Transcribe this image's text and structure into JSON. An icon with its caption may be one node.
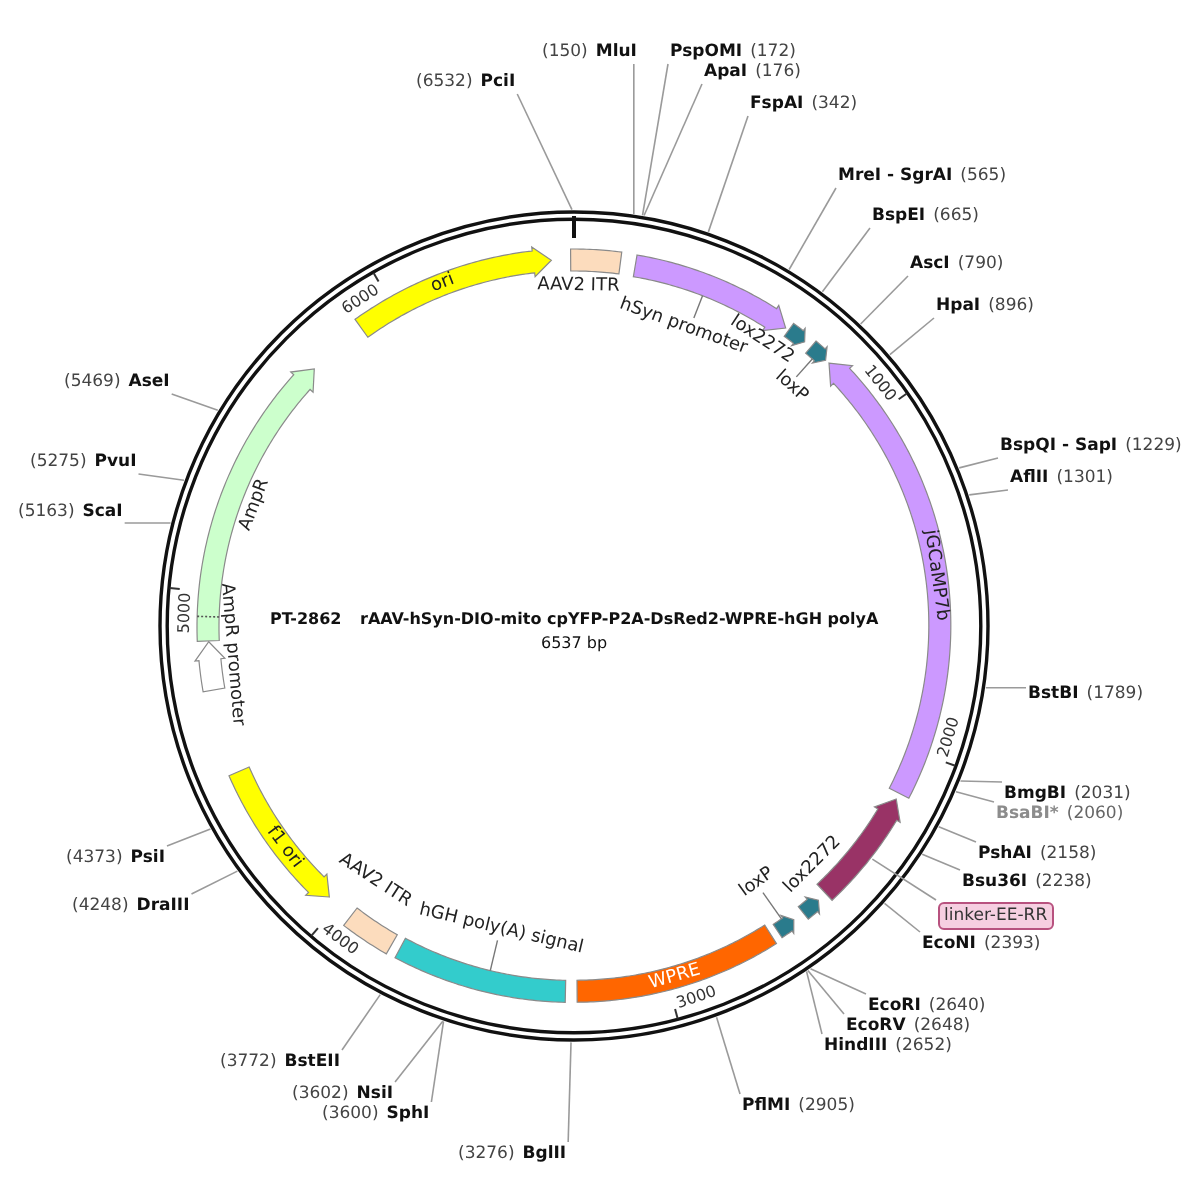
{
  "diagram": {
    "nodes": [
      {
        "text": [
          "PT-2862",
          "rAAV-hSyn-DIO-mito cpYFP-P2A-DsRed2-WPRE-hGH polyA",
          "6537 bp"
        ]
      },
      {
        "text": [
          "AAV2 ITR"
        ],
        "in": 0
      },
      {
        "text": [
          "hSyn promoter"
        ],
        "in": 0
      },
      {
        "text": [
          "lox2272"
        ],
        "in": 0
      },
      {
        "text": [
          "loxP"
        ],
        "in": 0
      },
      {
        "text": [
          "jGCaMP7b"
        ],
        "in": 0
      },
      {
        "text": [],
        "shape": "arrow",
        "in": 0
      },
      {
        "text": [
          "lox2272"
        ],
        "in": 0
      },
      {
        "text": [
          "loxP"
        ],
        "in": 0
      },
      {
        "text": [
          "WPRE"
        ],
        "in": 0
      },
      {
        "text": [
          "hGH poly(A) signal"
        ],
        "in": 0
      },
      {
        "text": [
          "AAV2 ITR"
        ],
        "in": 0
      },
      {
        "text": [
          "f1 ori"
        ],
        "in": 0
      },
      {
        "text": [
          "AmpR promoter"
        ],
        "in": 0
      },
      {
        "text": [
          "AmpR"
        ],
        "in": 0
      },
      {
        "text": [
          "ori"
        ],
        "in": 0
      },
      {
        "text": [
          "(6532)",
          "PciI"
        ]
      },
      {
        "text": [
          "(150)",
          "MluI"
        ]
      },
      {
        "text": [
          "PspOMI",
          "(172)"
        ]
      },
      {
        "text": [
          "ApaI",
          "(176)"
        ]
      },
      {
        "text": [
          "FspAI",
          "(342)"
        ]
      },
      {
        "text": [
          "MreI - SgrAI",
          "(565)"
        ]
      },
      {
        "text": [
          "BspEI",
          "(665)"
        ]
      },
      {
        "text": [
          "AscI",
          "(790)"
        ]
      },
      {
        "text": [
          "HpaI",
          "(896)"
        ]
      },
      {
        "text": [
          "BspQI - SapI",
          "(1229)"
        ]
      },
      {
        "text": [
          "AflII",
          "(1301)"
        ]
      },
      {
        "text": [
          "BstBI",
          "(1789)"
        ]
      },
      {
        "text": [
          "BmgBI",
          "(2031)"
        ]
      },
      {
        "text": [
          "BsaBI*",
          "(2060)"
        ]
      },
      {
        "text": [
          "PshAI",
          "(2158)"
        ]
      },
      {
        "text": [
          "Bsu36I",
          "(2238)"
        ]
      },
      {
        "text": [
          "linker-EE-RR"
        ]
      },
      {
        "text": [
          "EcoNI",
          "(2393)"
        ]
      },
      {
        "text": [
          "EcoRI",
          "(2640)"
        ]
      },
      {
        "text": [
          "EcoRV",
          "(2648)"
        ]
      },
      {
        "text": [
          "HindIII",
          "(2652)"
        ]
      },
      {
        "text": [
          "PflMI",
          "(2905)"
        ]
      },
      {
        "text": [
          "(3276)",
          "BglII"
        ]
      },
      {
        "text": [
          "(3600)",
          "SphI"
        ]
      },
      {
        "text": [
          "(3602)",
          "NsiI"
        ]
      },
      {
        "text": [
          "(3772)",
          "BstEII"
        ]
      },
      {
        "text": [
          "(4248)",
          "DraIII"
        ]
      },
      {
        "text": [
          "(4373)",
          "PsiI"
        ]
      },
      {
        "text": [
          "(5163)",
          "ScaI"
        ]
      },
      {
        "text": [
          "(5275)",
          "PvuI"
        ]
      },
      {
        "text": [
          "(5469)",
          "AseI"
        ]
      }
    ],
    "edges": [
      {
        "from": 16,
        "to": 0,
        "arrow": "none"
      },
      {
        "from": 17,
        "to": 0,
        "arrow": "none"
      },
      {
        "from": 18,
        "to": 0,
        "arrow": "none"
      },
      {
        "from": 19,
        "to": 0,
        "arrow": "none"
      },
      {
        "from": 20,
        "to": 0,
        "arrow": "none"
      },
      {
        "from": 21,
        "to": 0,
        "arrow": "none"
      },
      {
        "from": 22,
        "to": 0,
        "arrow": "none"
      },
      {
        "from": 23,
        "to": 0,
        "arrow": "none"
      },
      {
        "from": 24,
        "to": 0,
        "arrow": "none"
      },
      {
        "from": 25,
        "to": 0,
        "arrow": "none"
      },
      {
        "from": 26,
        "to": 0,
        "arrow": "none"
      },
      {
        "from": 27,
        "to": 0,
        "arrow": "none"
      },
      {
        "from": 28,
        "to": 0,
        "arrow": "none"
      },
      {
        "from": 29,
        "to": 0,
        "arrow": "none"
      },
      {
        "from": 30,
        "to": 0,
        "arrow": "none"
      },
      {
        "from": 31,
        "to": 0,
        "arrow": "none"
      },
      {
        "from": 32,
        "to": 6,
        "arrow": "none"
      },
      {
        "from": 33,
        "to": 0,
        "arrow": "none"
      },
      {
        "from": 34,
        "to": 0,
        "arrow": "none"
      },
      {
        "from": 35,
        "to": 0,
        "arrow": "none"
      },
      {
        "from": 36,
        "to": 0,
        "arrow": "none"
      },
      {
        "from": 37,
        "to": 0,
        "arrow": "none"
      },
      {
        "from": 38,
        "to": 0,
        "arrow": "none"
      },
      {
        "from": 39,
        "to": 0,
        "arrow": "none"
      },
      {
        "from": 40,
        "to": 0,
        "arrow": "none"
      },
      {
        "from": 41,
        "to": 0,
        "arrow": "none"
      },
      {
        "from": 42,
        "to": 0,
        "arrow": "none"
      },
      {
        "from": 43,
        "to": 0,
        "arrow": "none"
      },
      {
        "from": 44,
        "to": 0,
        "arrow": "none"
      },
      {
        "from": 45,
        "to": 0,
        "arrow": "none"
      },
      {
        "from": 46,
        "to": 0,
        "arrow": "none"
      }
    ],
    "labels": [
      "1000",
      "2000",
      "3000",
      "4000",
      "5000",
      "6000"
    ]
  }
}
